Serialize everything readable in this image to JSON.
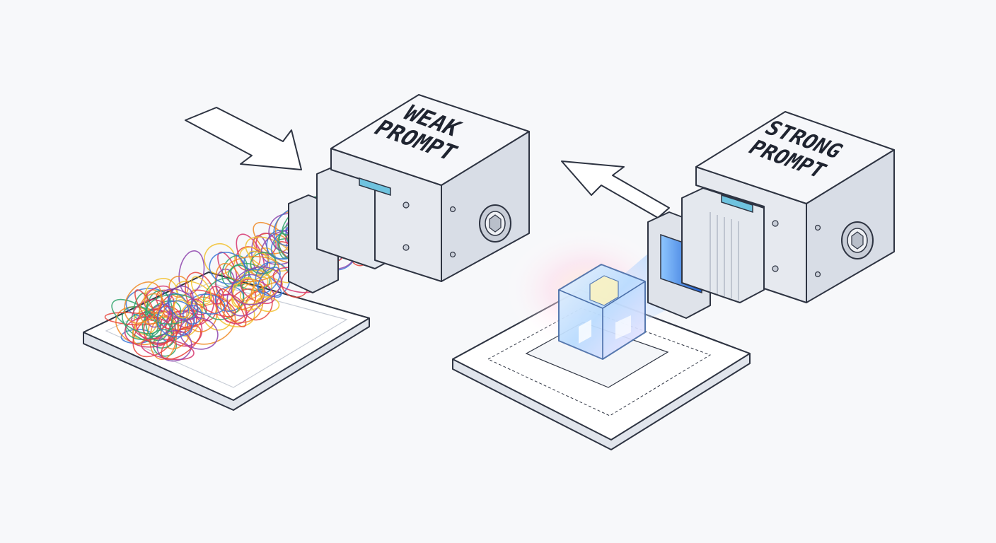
{
  "labels": {
    "weak_line1": "WEAK",
    "weak_line2": "PROMPT",
    "strong_line1": "STRONG",
    "strong_line2": "PROMPT"
  },
  "colors": {
    "background": "#f7f8fa",
    "housing_face": "#eceff4",
    "housing_top": "#f6f7fa",
    "housing_side": "#d8dde6",
    "outline": "#2e3442",
    "display": "#6fc3df",
    "tray": "#ffffff",
    "beam": "#8fc2ff",
    "tangle": [
      "#e8453c",
      "#3a78d6",
      "#f2c12e",
      "#8e44ad",
      "#2fa36b",
      "#f08a24",
      "#d6336c"
    ]
  },
  "icons": {
    "left_arrow": "arrow-down-right-icon",
    "right_arrow": "arrow-up-left-icon",
    "port": "hex-port-icon"
  }
}
